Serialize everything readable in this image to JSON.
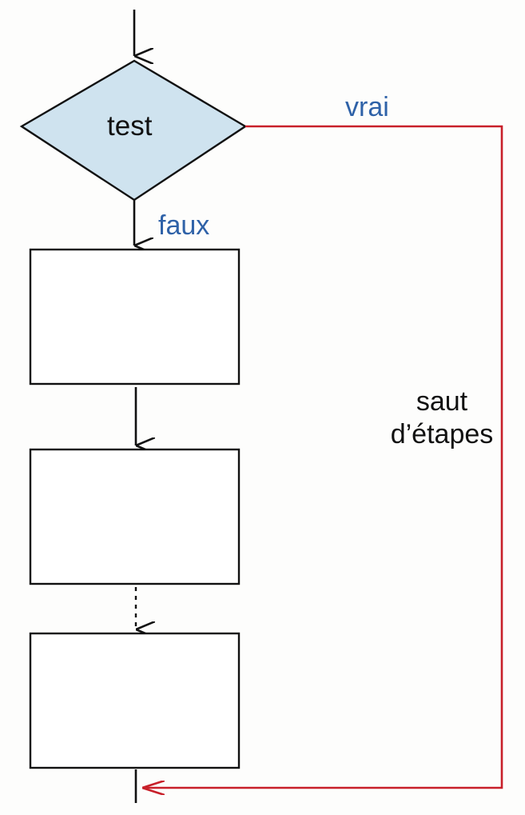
{
  "diagram": {
    "type": "flowchart",
    "decision": {
      "label": "test"
    },
    "branches": {
      "true_label": "vrai",
      "false_label": "faux"
    },
    "skip_label_line1": "saut",
    "skip_label_line2": "d’étapes",
    "step_boxes": 3,
    "colors": {
      "decision_fill": "#cfe3ef",
      "true_path": "#c8202a",
      "branch_label": "#2f62a8",
      "stroke": "#111111"
    }
  }
}
